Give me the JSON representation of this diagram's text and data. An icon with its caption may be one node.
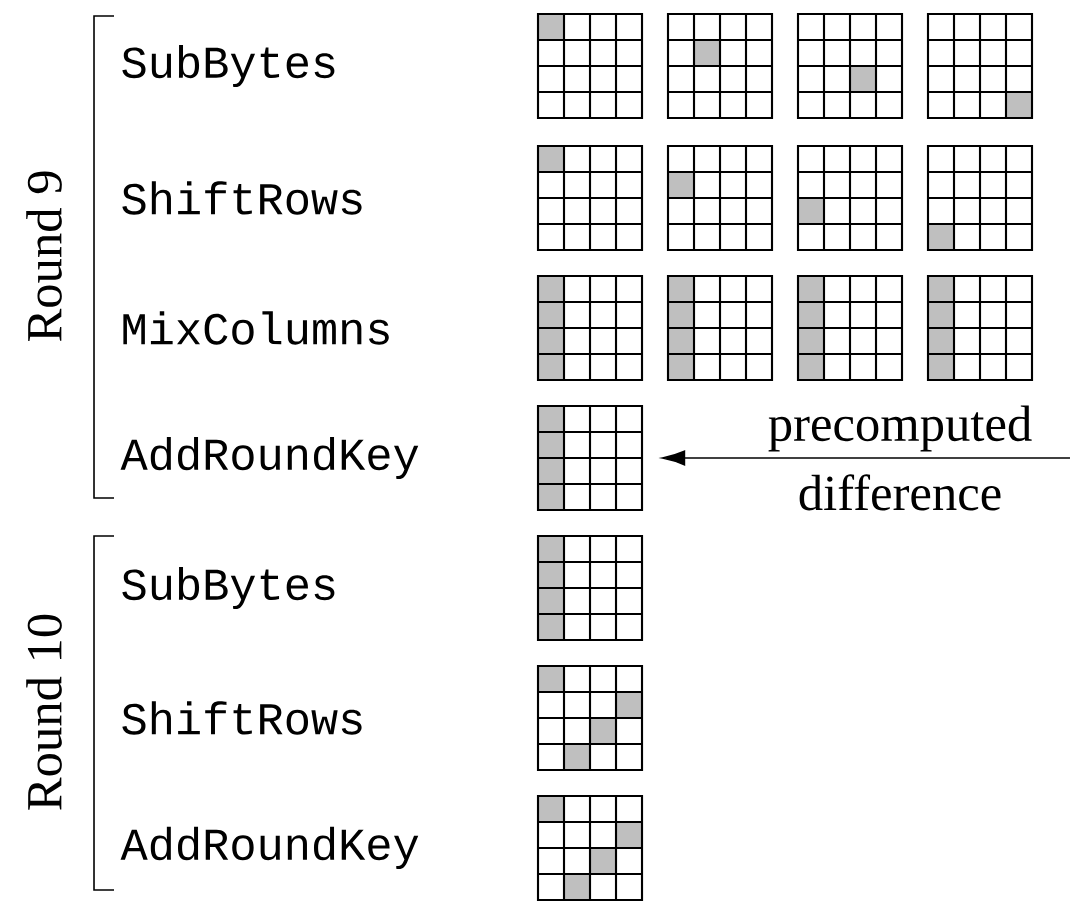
{
  "diagram": {
    "nodes": [
      {
        "text": [
          "precomputed difference"
        ]
      },
      {
        "text": [],
        "shape": "box"
      }
    ],
    "edges": [
      {
        "from": 0,
        "to": 1,
        "arrow": "to"
      }
    ],
    "labels": [
      "Round 9",
      "SubBytes",
      "ShiftRows",
      "MixColumns",
      "AddRoundKey",
      "Round 10",
      "SubBytes",
      "ShiftRows",
      "AddRoundKey"
    ]
  }
}
